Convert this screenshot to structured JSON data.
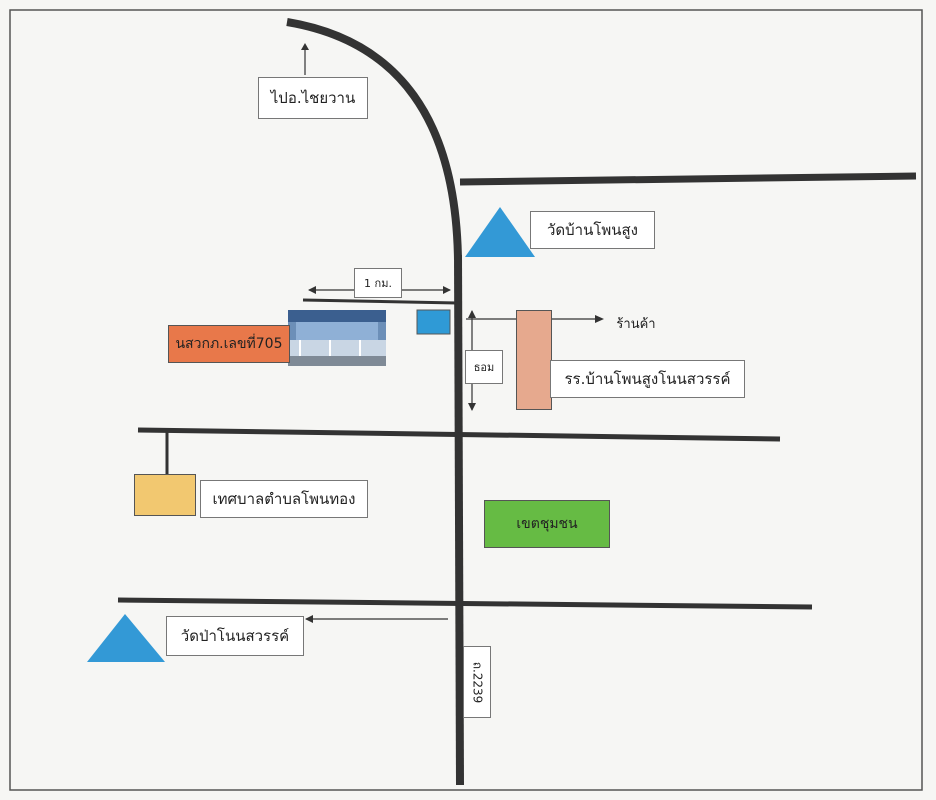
{
  "labels": {
    "to_chaiwan": "ไปอ.ไชยวาน",
    "wat_ban_phon_sung": "วัดบ้านโพนสูง",
    "distance_1km": "1 กม.",
    "post_office": "นสวกภ.เลขที่705",
    "shop": "ร้านค้า",
    "distance_m": "ธอม",
    "school": "รร.บ้านโพนสูงโนนสวรรค์",
    "municipality": "เทศบาลตำบลโพนทอง",
    "zone": "เขตชุมชน",
    "wat_pa_non_sawan": "วัดป่าโนนสวรรค์",
    "road_number": "ถ.2239"
  },
  "colors": {
    "road": "#333333",
    "temple": "#3399d6",
    "post_office_box": "#e8784a",
    "school_box": "#e6a98e",
    "municipality_box": "#f2c870",
    "zone_box": "#66bb44",
    "blue_marker": "#2f9ad6"
  }
}
